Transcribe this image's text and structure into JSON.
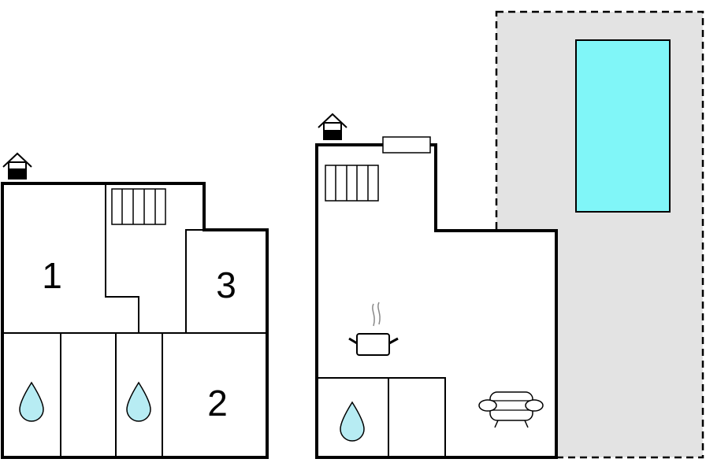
{
  "floors": [
    {
      "name": "left-floor",
      "rooms": [
        {
          "label": "1",
          "type": "bedroom"
        },
        {
          "label": "3",
          "type": "bedroom"
        },
        {
          "label": "2",
          "type": "bedroom"
        }
      ],
      "icons": [
        "entrance-icon",
        "stairs-icon",
        "bathroom-water-drop-icon",
        "bathroom-water-drop-icon"
      ]
    },
    {
      "name": "right-floor",
      "rooms": [],
      "icons": [
        "entrance-icon",
        "stairs-icon",
        "kitchen-pot-icon",
        "sofa-icon",
        "bathroom-water-drop-icon",
        "window-icon"
      ]
    }
  ],
  "outdoor": {
    "terrace": "dashed-gray-area",
    "pool": "pool"
  },
  "colors": {
    "wall": "#000000",
    "terrace": "#e3e3e3",
    "pool": "#80f6f8",
    "water_drop": "#b7ecf3"
  }
}
